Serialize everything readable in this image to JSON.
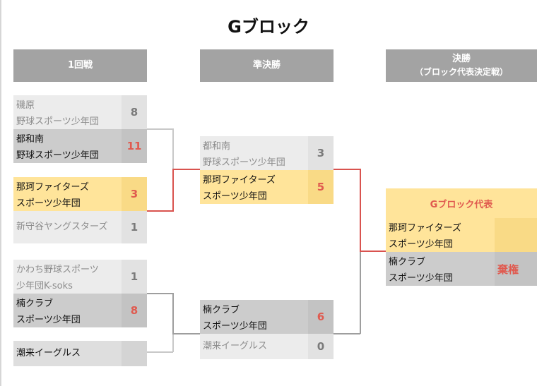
{
  "title": "Gブロック",
  "headers": {
    "round1": "1回戦",
    "semi": "準決勝",
    "final": "決勝",
    "final_sub": "（ブロック代表決定戦）"
  },
  "round1": {
    "m1": {
      "top": {
        "name": "磯原\n野球スポーツ少年団",
        "score": "8"
      },
      "bottom": {
        "name": "都和南\n野球スポーツ少年団",
        "score": "11"
      }
    },
    "m2": {
      "top": {
        "name": "那珂ファイターズ\nスポーツ少年団",
        "score": "3"
      },
      "bottom": {
        "name": "新守谷ヤングスターズ",
        "score": "1"
      }
    },
    "m3": {
      "top": {
        "name": "かわち野球スポーツ\n少年団K-soks",
        "score": "1"
      },
      "bottom": {
        "name": "楠クラブ\nスポーツ少年団",
        "score": "8"
      }
    },
    "m4": {
      "top": {
        "name": "潮来イーグルス",
        "score": ""
      }
    }
  },
  "semis": {
    "s1": {
      "top": {
        "name": "都和南\n野球スポーツ少年団",
        "score": "3"
      },
      "bottom": {
        "name": "那珂ファイターズ\nスポーツ少年団",
        "score": "5"
      }
    },
    "s2": {
      "top": {
        "name": "楠クラブ\nスポーツ少年団",
        "score": "6"
      },
      "bottom": {
        "name": "潮来イーグルス",
        "score": "0"
      }
    }
  },
  "final": {
    "representative_label": "Gブロック代表",
    "top": {
      "name": "那珂ファイターズ\nスポーツ少年団",
      "score": ""
    },
    "bottom": {
      "name": "楠クラブ\nスポーツ少年団",
      "score": "棄権"
    }
  },
  "colors": {
    "winner_line": "#d9534f",
    "header_bg": "#a3a3a3",
    "advance_bg": "#ffe49a"
  }
}
